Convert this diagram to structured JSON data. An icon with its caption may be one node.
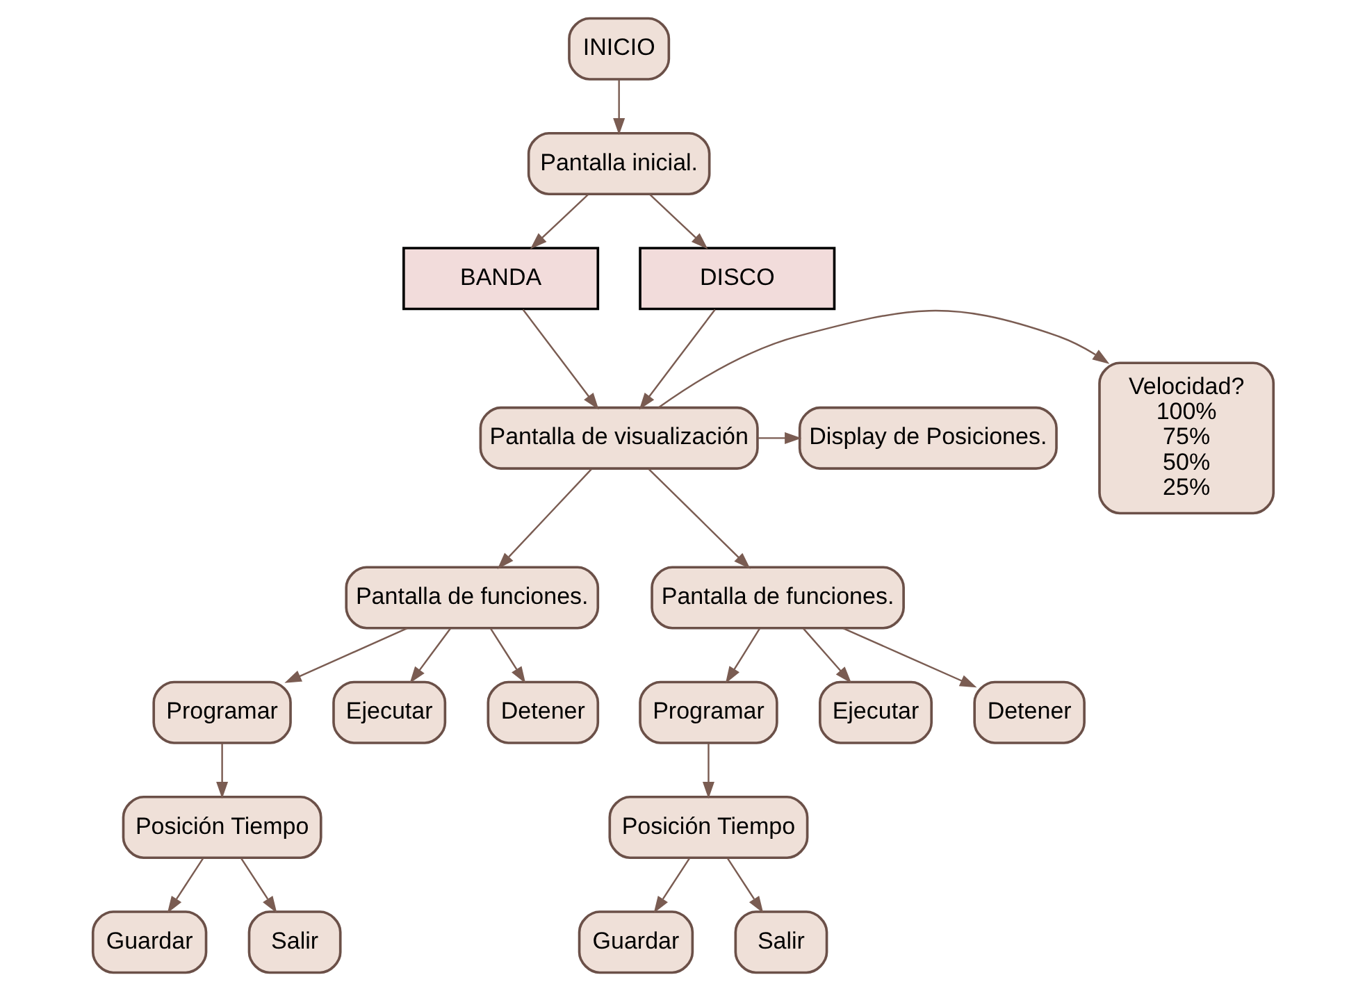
{
  "diagram": {
    "nodes": [
      {
        "text": [
          "INICIO"
        ]
      },
      {
        "text": [
          "Pantalla inicial."
        ]
      },
      {
        "text": [
          "BANDA"
        ]
      },
      {
        "text": [
          "DISCO"
        ]
      },
      {
        "text": [
          "Velocidad?",
          "100%",
          "75%",
          "50%",
          "25%"
        ]
      },
      {
        "text": [
          "Pantalla de visualización"
        ]
      },
      {
        "text": [
          "Display de Posiciones."
        ]
      },
      {
        "text": [
          "Pantalla de funciones."
        ]
      },
      {
        "text": [
          "Pantalla de funciones."
        ]
      },
      {
        "text": [
          "Programar"
        ]
      },
      {
        "text": [
          "Ejecutar"
        ]
      },
      {
        "text": [
          "Detener"
        ]
      },
      {
        "text": [
          "Programar"
        ]
      },
      {
        "text": [
          "Ejecutar"
        ]
      },
      {
        "text": [
          "Detener"
        ]
      },
      {
        "text": [
          "Posición Tiempo"
        ]
      },
      {
        "text": [
          "Posición Tiempo"
        ]
      },
      {
        "text": [
          "Guardar"
        ]
      },
      {
        "text": [
          "Guardar"
        ]
      },
      {
        "text": [
          "Salir"
        ]
      },
      {
        "text": [
          "Salir"
        ]
      }
    ],
    "edges": [
      {
        "from": 0,
        "to": 1,
        "arrow": "to"
      },
      {
        "from": 1,
        "to": 2,
        "arrow": "to"
      },
      {
        "from": 1,
        "to": 3,
        "arrow": "to"
      },
      {
        "from": 2,
        "to": 5,
        "arrow": "to"
      },
      {
        "from": 3,
        "to": 5,
        "arrow": "to"
      },
      {
        "from": 5,
        "to": 4,
        "arrow": "to"
      },
      {
        "from": 5,
        "to": 6,
        "arrow": "to"
      },
      {
        "from": 5,
        "to": 7,
        "arrow": "to"
      },
      {
        "from": 5,
        "to": 8,
        "arrow": "to"
      },
      {
        "from": 7,
        "to": 9,
        "arrow": "to"
      },
      {
        "from": 7,
        "to": 10,
        "arrow": "to"
      },
      {
        "from": 7,
        "to": 11,
        "arrow": "to"
      },
      {
        "from": 8,
        "to": 12,
        "arrow": "to"
      },
      {
        "from": 8,
        "to": 13,
        "arrow": "to"
      },
      {
        "from": 8,
        "to": 14,
        "arrow": "to"
      },
      {
        "from": 9,
        "to": 15,
        "arrow": "to"
      },
      {
        "from": 12,
        "to": 16,
        "arrow": "to"
      },
      {
        "from": 15,
        "to": 17,
        "arrow": "to"
      },
      {
        "from": 15,
        "to": 19,
        "arrow": "to"
      },
      {
        "from": 16,
        "to": 18,
        "arrow": "to"
      },
      {
        "from": 16,
        "to": 20,
        "arrow": "to"
      }
    ]
  }
}
